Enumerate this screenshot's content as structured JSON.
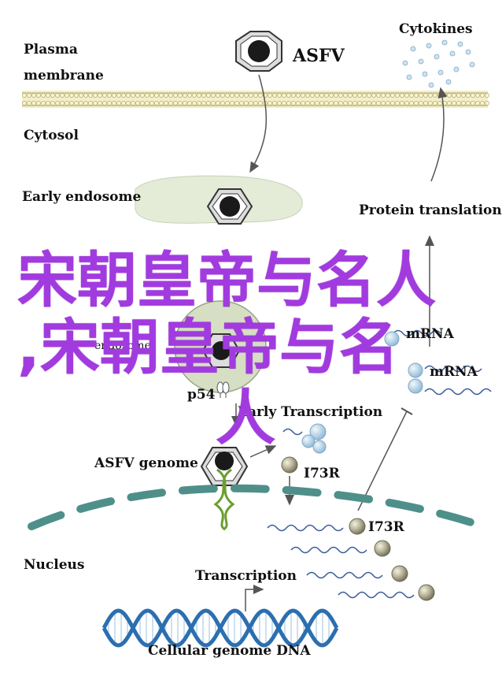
{
  "labels": {
    "plasma_membrane_1": "Plasma",
    "plasma_membrane_2": "membrane",
    "cytosol": "Cytosol",
    "early_endosome": "Early endosome",
    "nucleus": "Nucleus",
    "asfv": "ASFV",
    "cytokines": "Cytokines",
    "protein_translation": "Protein translation",
    "p54": "p54",
    "early_transcription": "Early Transcription",
    "asfv_genome": "ASFV genome",
    "i73r_1": "I73R",
    "i73r_2": "I73R",
    "mrna_1": "mRNA",
    "mrna_2": "mRNA",
    "transcription": "Transcription",
    "cellular_dna": "Cellular genome DNA",
    "endosome_partial": "endosome"
  },
  "watermark": {
    "line1": "宋朝皇帝与名人",
    "line2": ",宋朝皇帝与名",
    "line3": "人"
  },
  "colors": {
    "watermark": "#a23bdf",
    "endosome_fill": "#e4ebd7",
    "membrane": "#e8e1b0",
    "nuclear_envelope": "#4f8f8a",
    "dna": "#2c6fb0",
    "cytokine": "#9ec3d9"
  }
}
